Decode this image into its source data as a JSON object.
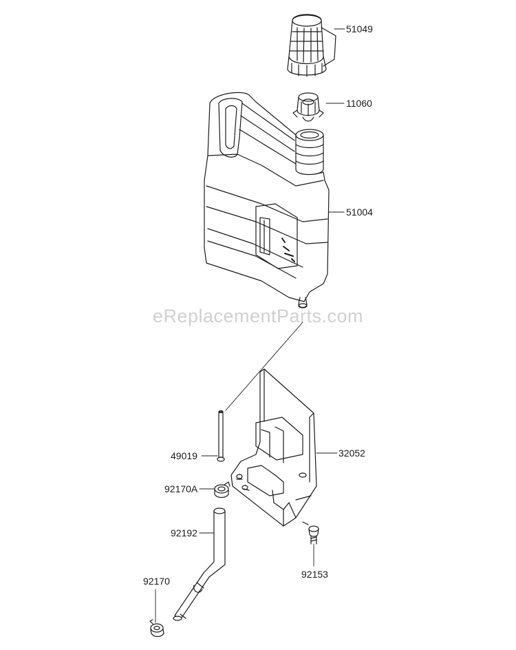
{
  "watermark": "eReplacementParts.com",
  "parts": {
    "cap": "51049",
    "strainer": "11060",
    "tank": "51004",
    "pipe": "49019",
    "bracket": "32052",
    "clamp_upper": "92170A",
    "hose": "92192",
    "clamp_lower": "92170",
    "bolt": "92153"
  }
}
